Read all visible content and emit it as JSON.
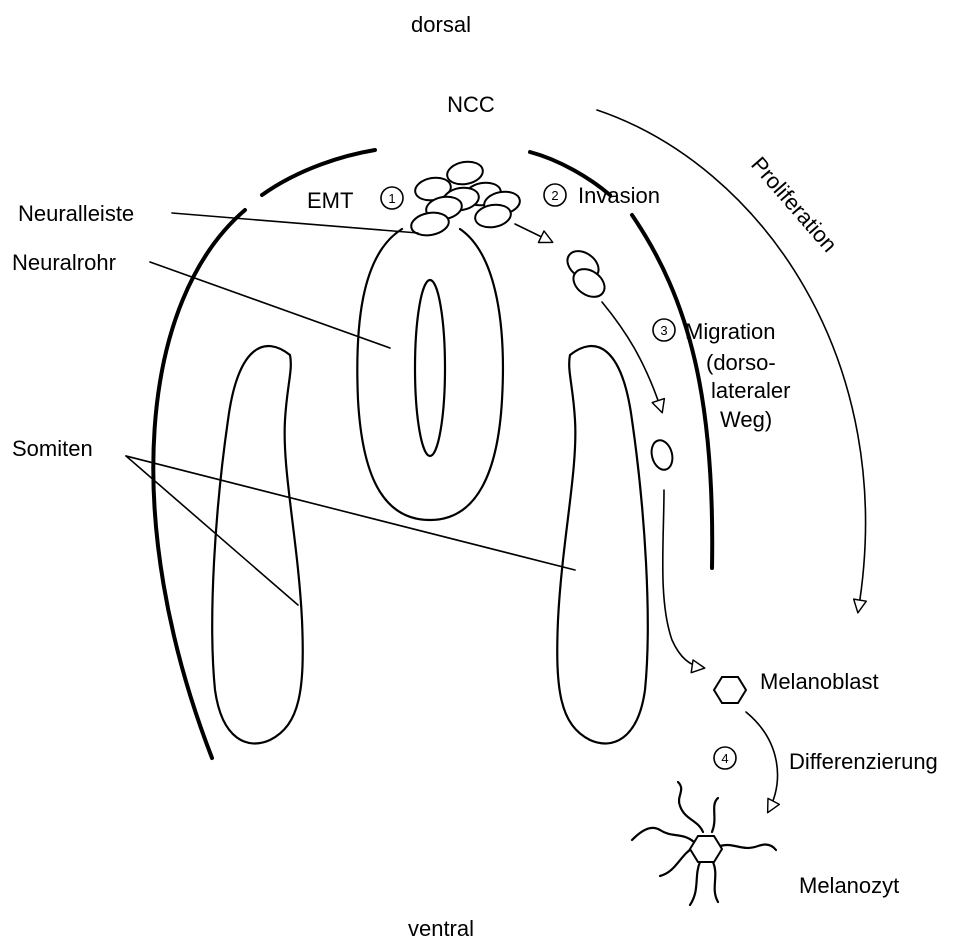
{
  "orientation": {
    "top": "dorsal",
    "bottom": "ventral"
  },
  "labels": {
    "ncc": "NCC",
    "emt": "EMT",
    "neuralleiste": "Neuralleiste",
    "neuralrohr": "Neuralrohr",
    "somiten": "Somiten",
    "proliferation": "Proliferation",
    "melanoblast": "Melanoblast",
    "melanozyt": "Melanozyt"
  },
  "steps": [
    {
      "number": "1",
      "label": ""
    },
    {
      "number": "2",
      "label": "Invasion"
    },
    {
      "number": "3",
      "label": "Migration"
    },
    {
      "number": "4",
      "label": "Differenzierung"
    }
  ],
  "migration_note": [
    "(dorso-",
    "lateraler",
    "Weg)"
  ]
}
